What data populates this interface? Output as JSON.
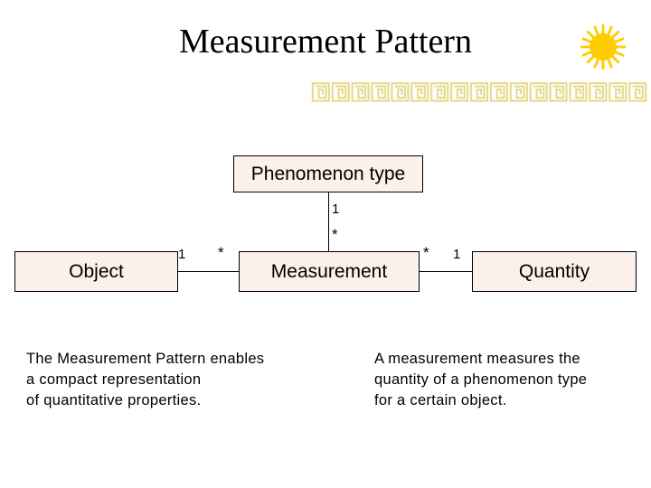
{
  "slide": {
    "title": "Measurement Pattern",
    "background_color": "#ffffff"
  },
  "decorations": {
    "sun": {
      "name": "sun-starburst",
      "color": "#FFCC00",
      "points": 16
    },
    "greek_border": {
      "name": "greek-key-meander-border",
      "color": "#E8D98A",
      "repeat_count": 17
    }
  },
  "diagram": {
    "type": "uml-class-diagram",
    "box_fill": "#fbf0ea",
    "box_border": "#000000",
    "classes": [
      {
        "id": "phenomenon_type",
        "label": "Phenomenon type"
      },
      {
        "id": "object",
        "label": "Object"
      },
      {
        "id": "measurement",
        "label": "Measurement"
      },
      {
        "id": "quantity",
        "label": "Quantity"
      }
    ],
    "associations": [
      {
        "id": "phenomenon_measurement",
        "from": "phenomenon_type",
        "to": "measurement",
        "from_multiplicity": "1",
        "to_multiplicity": "*"
      },
      {
        "id": "object_measurement",
        "from": "object",
        "to": "measurement",
        "from_multiplicity": "1",
        "to_multiplicity": "*"
      },
      {
        "id": "measurement_quantity",
        "from": "measurement",
        "to": "quantity",
        "from_multiplicity": "*",
        "to_multiplicity": "1"
      }
    ],
    "multiplicity_labels": {
      "phenomenon_one": "1",
      "measurement_star_top": "*",
      "object_one": "1",
      "measurement_star_left": "*",
      "measurement_star_right": "*",
      "quantity_one": "1"
    }
  },
  "captions": {
    "left": "The Measurement Pattern enables\na compact representation\nof quantitative properties.",
    "right": "A measurement measures the\nquantity of a phenomenon type\nfor a certain object."
  }
}
